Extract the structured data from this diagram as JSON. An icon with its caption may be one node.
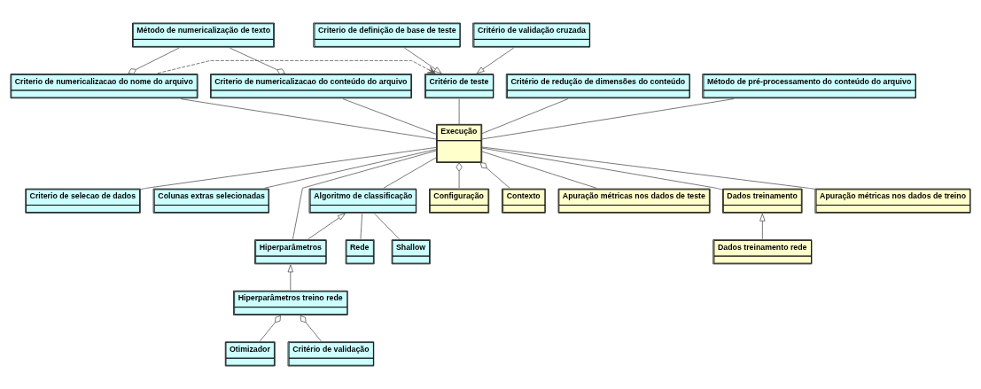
{
  "diagram": {
    "nodes": [
      {
        "text": [
          "Método de numericalização de texto"
        ]
      },
      {
        "text": [
          "Criterio de definição de base de teste"
        ]
      },
      {
        "text": [
          "Critério de validação cruzada"
        ]
      },
      {
        "text": [
          "Criterio de numericalizacao do nome do arquivo"
        ]
      },
      {
        "text": [
          "Critério de teste"
        ]
      },
      {
        "text": [
          "Criterio de numericalizacao do conteúdo do arquivo"
        ]
      },
      {
        "text": [
          "Critério de redução de dimensões do conteúdo"
        ]
      },
      {
        "text": [
          "Método de pré-processamento do conteúdo do arquivo"
        ]
      },
      {
        "text": [
          "Execução"
        ]
      },
      {
        "text": [
          "Criterio de selecao de dados"
        ]
      },
      {
        "text": [
          "Colunas extras selecionadas"
        ]
      },
      {
        "text": [
          "Algoritmo de classificação"
        ]
      },
      {
        "text": [
          "Hiperparâmetros"
        ]
      },
      {
        "text": [
          "Rede"
        ]
      },
      {
        "text": [
          "Shallow"
        ]
      },
      {
        "text": [
          "Configuração"
        ]
      },
      {
        "text": [
          "Contexto"
        ]
      },
      {
        "text": [
          "Apuração métricas nos dados de teste"
        ]
      },
      {
        "text": [
          "Dados treinamento"
        ]
      },
      {
        "text": [
          "Apuração métricas nos dados de treino"
        ]
      },
      {
        "text": [
          "Dados treinamento rede"
        ]
      },
      {
        "text": [
          "Hiperparâmetros treino rede"
        ]
      },
      {
        "text": [
          "Otimizador"
        ]
      },
      {
        "text": [
          "Critério de validação"
        ]
      }
    ],
    "edges": [
      {
        "from": 5,
        "to": 0,
        "arrow": "other"
      },
      {
        "from": 3,
        "to": 0,
        "arrow": "other"
      },
      {
        "from": 1,
        "to": 4,
        "arrow": "to"
      },
      {
        "from": 2,
        "to": 4,
        "arrow": "to"
      },
      {
        "from": 3,
        "to": 4,
        "arrow": "to",
        "style": "dashed"
      },
      {
        "from": 4,
        "to": 8,
        "arrow": "none"
      },
      {
        "from": 3,
        "to": 8,
        "arrow": "none"
      },
      {
        "from": 5,
        "to": 8,
        "arrow": "none"
      },
      {
        "from": 6,
        "to": 8,
        "arrow": "none"
      },
      {
        "from": 7,
        "to": 8,
        "arrow": "none"
      },
      {
        "from": 8,
        "to": 9,
        "arrow": "none"
      },
      {
        "from": 8,
        "to": 10,
        "arrow": "none"
      },
      {
        "from": 8,
        "to": 11,
        "arrow": "none"
      },
      {
        "from": 8,
        "to": 12,
        "arrow": "none"
      },
      {
        "from": 12,
        "to": 11,
        "arrow": "to"
      },
      {
        "from": 11,
        "to": 13,
        "arrow": "none"
      },
      {
        "from": 11,
        "to": 14,
        "arrow": "none"
      },
      {
        "from": 8,
        "to": 15,
        "arrow": "other"
      },
      {
        "from": 8,
        "to": 16,
        "arrow": "other"
      },
      {
        "from": 8,
        "to": 17,
        "arrow": "none"
      },
      {
        "from": 8,
        "to": 18,
        "arrow": "none"
      },
      {
        "from": 8,
        "to": 19,
        "arrow": "none"
      },
      {
        "from": 20,
        "to": 18,
        "arrow": "to"
      },
      {
        "from": 21,
        "to": 12,
        "arrow": "to"
      },
      {
        "from": 21,
        "to": 22,
        "arrow": "other"
      },
      {
        "from": 21,
        "to": 23,
        "arrow": "other"
      }
    ]
  }
}
